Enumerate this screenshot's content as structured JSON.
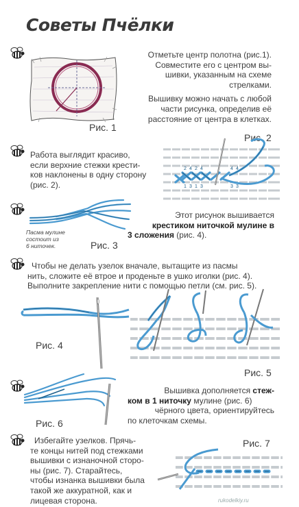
{
  "title": "Советы Пчёлки",
  "tips": [
    {
      "id": 1,
      "lines": [
        "Отметьте центр полотна (рис.1).",
        "Совместите его с центром вы-",
        "шивки, указанным на схеме",
        "стрелками.",
        "Вышивку можно начать с любой",
        "части рисунка, определив её",
        "расстояние от центра в клетках."
      ]
    },
    {
      "id": 2,
      "lines": [
        "Работа выглядит красиво,",
        "если верхние стежки крести-",
        "ков наклонены в одну сторону",
        "(рис. 2)."
      ]
    },
    {
      "id": 3,
      "line1": "Этот рисунок вышивается",
      "bold1": "крестиком ниточкой мулине в",
      "bold2": "3 сложения",
      "rest2": " (рис. 4)."
    },
    {
      "id": 4,
      "lines": [
        "Чтобы не делать узелок вначале, вытащите из пасмы",
        "нить, сложите её втрое и проденьте в ушко иголки (рис. 4).",
        "Выполните закрепление нити с помощью петли (см. рис. 5)."
      ]
    },
    {
      "id": 5,
      "line1": "Вышивка дополняется",
      "bold1": "стеж-",
      "bold2": "ком в 1 ниточку",
      "rest2": " мулине (рис. 6)",
      "lines": [
        "чёрного цвета, ориентируйтесь",
        "по клеточкам схемы."
      ]
    },
    {
      "id": 6,
      "lines": [
        "Избегайте узелков. Прячь-",
        "те концы нитей под стежками",
        "вышивки с изнаночной сторо-",
        "ны (рис. 7). Старайтесь,",
        "чтобы изнанка вышивки была",
        "такой же аккуратной, как и",
        "лицевая сторона."
      ]
    }
  ],
  "figures": {
    "fig1": "Рис. 1",
    "fig2": "Рис. 2",
    "fig3": "Рис. 3",
    "fig4": "Рис. 4",
    "fig5": "Рис. 5",
    "fig6": "Рис. 6",
    "fig7": "Рис. 7"
  },
  "fig2_numbers": [
    "2",
    "4",
    "2",
    "4",
    "4",
    "4",
    "1",
    "3",
    "1",
    "3",
    "3",
    "3"
  ],
  "fig3_note": [
    "Пасма мулине",
    "состоит из",
    "6 ниточек."
  ],
  "watermark": "rukodelkiy.ru",
  "colors": {
    "thread": "#4a9ad0",
    "thread_dark": "#1e5f8a",
    "hoop": "#8a2b52",
    "canvas_grid": "#cfd3d6"
  }
}
